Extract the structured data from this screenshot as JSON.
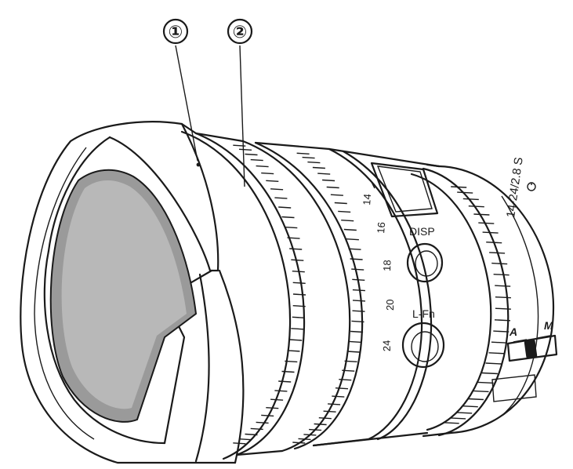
{
  "callouts": [
    {
      "id": "1",
      "label": "①"
    },
    {
      "id": "2",
      "label": "②"
    }
  ],
  "lens": {
    "model": "14-24/2.8 S",
    "buttons": {
      "disp": "DISP",
      "lfn": "L-Fn"
    },
    "switch": {
      "a": "A",
      "m": "M"
    },
    "zoom_scale": [
      "14",
      "16",
      "18",
      "20",
      "24"
    ]
  }
}
